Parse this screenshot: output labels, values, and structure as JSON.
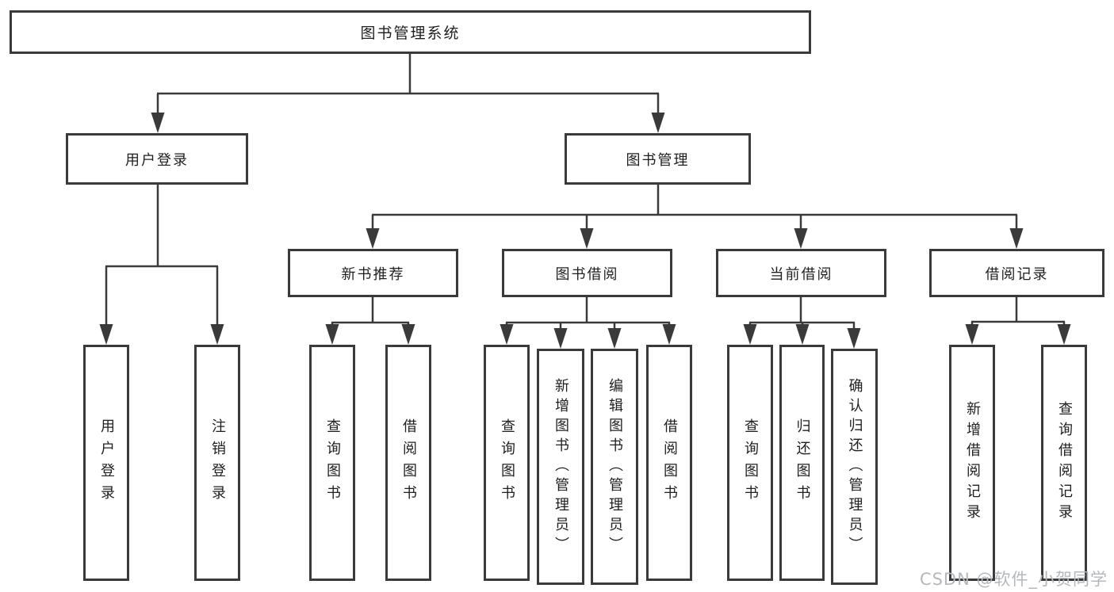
{
  "tree": {
    "label": "图书管理系统",
    "children": [
      {
        "label": "用户登录",
        "children": [
          {
            "label": "用户登录"
          },
          {
            "label": "注销登录"
          }
        ]
      },
      {
        "label": "图书管理",
        "children": [
          {
            "label": "新书推荐",
            "children": [
              {
                "label": "查询图书"
              },
              {
                "label": "借阅图书"
              }
            ]
          },
          {
            "label": "图书借阅",
            "children": [
              {
                "label": "查询图书"
              },
              {
                "label": "新增图书（管理员）"
              },
              {
                "label": "编辑图书（管理员）"
              },
              {
                "label": "借阅图书"
              }
            ]
          },
          {
            "label": "当前借阅",
            "children": [
              {
                "label": "查询图书"
              },
              {
                "label": "归还图书"
              },
              {
                "label": "确认归还（管理员）"
              }
            ]
          },
          {
            "label": "借阅记录",
            "children": [
              {
                "label": "新增借阅记录"
              },
              {
                "label": "查询借阅记录"
              }
            ]
          }
        ]
      }
    ]
  },
  "watermark": {
    "text": "CSDN @软件_小贺同学"
  },
  "colors": {
    "line": "#3a3a3a",
    "box_border": "#3a3a3a",
    "text": "#1f1f1f",
    "watermark": "#b4b8bc",
    "background": "#ffffff"
  }
}
